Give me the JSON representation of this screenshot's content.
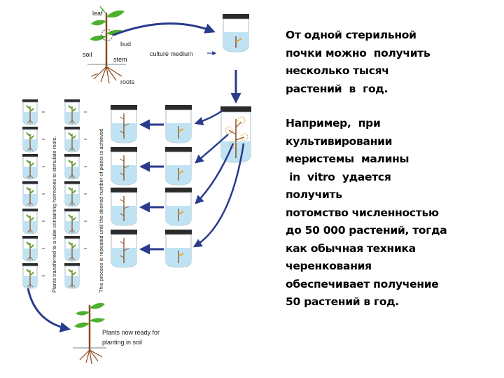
{
  "diagram": {
    "labels": {
      "leaf": "leaf",
      "bud": "bud",
      "soil": "soil",
      "stem": "stem",
      "roots": "roots",
      "culture_medium": "culture medium",
      "hormones": "Plants transferred to a tube containing hormones to stimulate roots.",
      "repeat": "This process is repeated until the desired number of plants is achieved",
      "ready_1": "Plants now ready for",
      "ready_2": "planting in soil"
    },
    "colors": {
      "arrow": "#2a3a8c",
      "stem": "#8b4a1c",
      "leaf": "#4caf2e",
      "medium": "#bfe3f3",
      "cap": "#2b2b2b",
      "bud_circle": "#e8a33a"
    }
  },
  "text": {
    "p1": [
      "От одной стерильной",
      "почки можно  получить",
      "несколько тысяч",
      "растений  в  год."
    ],
    "p2": [
      "Например,  при",
      "культивировании",
      "меристемы  малины",
      " in  vitro  удается",
      "получить",
      "потомство численностью",
      "до 50 000 растений, тогда",
      "как обычная техника",
      "черенкования",
      "обеспечивает получение",
      "50 растений в год."
    ]
  }
}
